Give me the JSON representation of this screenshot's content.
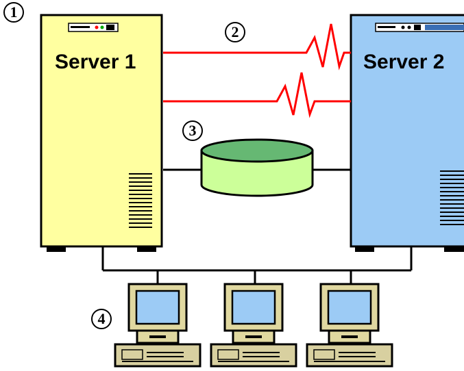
{
  "servers": [
    {
      "label": "Server 1",
      "color": "#ffffa0"
    },
    {
      "label": "Server 2",
      "color": "#9ccbf5"
    }
  ],
  "callouts": [
    "1",
    "2",
    "3",
    "4"
  ],
  "colors": {
    "heartbeat": "#ff0000",
    "disk_body": "#ccff99",
    "disk_top": "#66b873",
    "monitor_case": "#e0d8a0",
    "monitor_screen": "#9ccbf5",
    "keyboard": "#d8d0a0",
    "cable": "#000000",
    "foot": "#000000"
  },
  "icons": {
    "server": "server-tower-icon",
    "shared_disk": "shared-disk-icon",
    "workstation": "workstation-icon",
    "heartbeat": "zigzag-link-icon"
  }
}
